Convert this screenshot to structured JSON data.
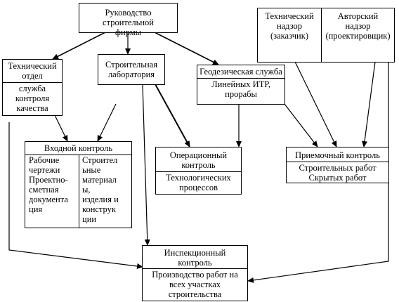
{
  "nodes": {
    "management": {
      "label": "Руководство строительной\nфирмы"
    },
    "tech_dept": {
      "title": "Технический\nотдел",
      "body": "служба\nконтроля\nкачества"
    },
    "lab": {
      "title": "Строительная\nлаборатория"
    },
    "geodetic": {
      "title": "Геодезическая служба",
      "body": "Линейных ИТР,\nпрорабы"
    },
    "supervision": {
      "left": "Технический\nнадзор\n(заказчик)",
      "right": "Авторский\nнадзор\n(проектировщик)"
    },
    "input_control": {
      "title": "Входной контроль",
      "left": "Рабочие\nчертежи\nПроектно-\nсметная\nдокумента\nция",
      "right": "Строител\nьные\nматериал\nы,\nизделия и\nконструк\nции"
    },
    "operational": {
      "title": "Операционный\nконтроль",
      "body": "Технологических\nпроцессов"
    },
    "acceptance": {
      "title": "Приемочный контроль",
      "body": "Строительных работ\nСкрытых работ"
    },
    "inspection": {
      "title": "Инспекционный\nконтроль",
      "body": "Производство работ на\nвсех участках\nстроительства"
    }
  },
  "edges": [
    {
      "from": "management",
      "to": "tech_dept"
    },
    {
      "from": "management",
      "to": "lab"
    },
    {
      "from": "management",
      "to": "geodetic"
    },
    {
      "from": "tech_dept",
      "to": "input_control"
    },
    {
      "from": "lab",
      "to": "input_control"
    },
    {
      "from": "lab",
      "to": "operational"
    },
    {
      "from": "lab",
      "to": "inspection"
    },
    {
      "from": "geodetic",
      "to": "operational"
    },
    {
      "from": "geodetic",
      "to": "acceptance"
    },
    {
      "from": "supervision",
      "to": "acceptance"
    },
    {
      "from": "tech_dept",
      "to": "inspection"
    },
    {
      "from": "supervision",
      "to": "inspection"
    }
  ]
}
